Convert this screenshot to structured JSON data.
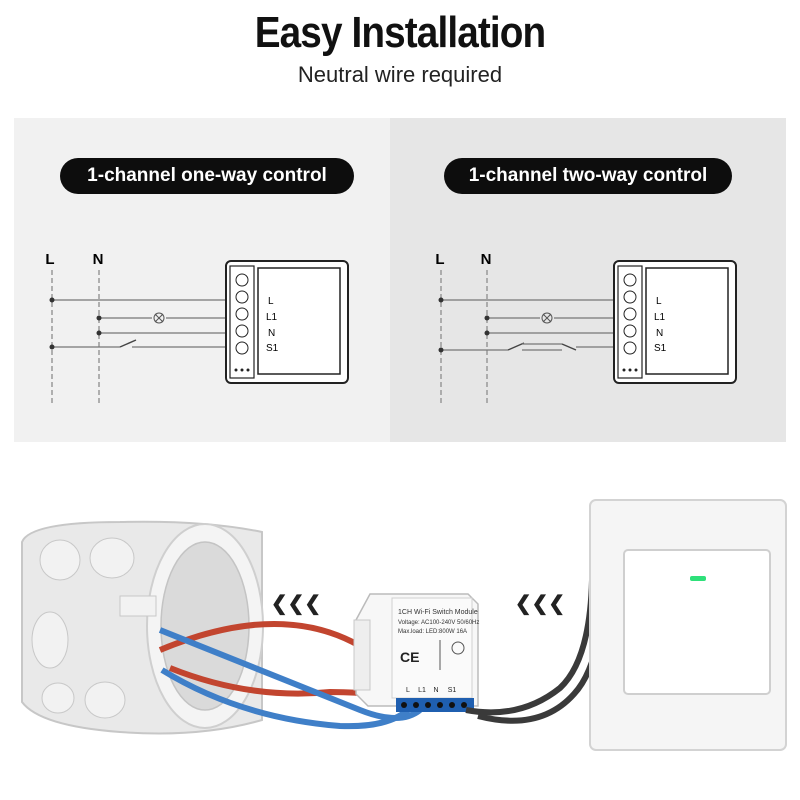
{
  "header": {
    "title": "Easy Installation",
    "subtitle": "Neutral wire required"
  },
  "panels": [
    {
      "label": "1-channel one-way control",
      "lines": [
        "L",
        "N"
      ],
      "terminals": [
        "L",
        "L1",
        "N",
        "S1"
      ]
    },
    {
      "label": "1-channel two-way control",
      "lines": [
        "L",
        "N"
      ],
      "terminals": [
        "L",
        "L1",
        "N",
        "S1"
      ]
    }
  ],
  "module": {
    "line1": "1CH Wi-Fi Switch Module",
    "line2": "Voltage: AC100-240V 50/60Hz",
    "line3": "Max.load: LED:800W 16A",
    "ce": "CE",
    "terminals": [
      "L",
      "L1",
      "N",
      "S1"
    ]
  },
  "arrows": {
    "left": "❮❮❮",
    "right": "❮❮❮"
  },
  "colors": {
    "led": "#2ee07a",
    "red_wire": "#c2452f",
    "blue_wire": "#3f7fc8",
    "dark_wire": "#3a3a3a",
    "terminal_blue": "#1f5fb0"
  }
}
